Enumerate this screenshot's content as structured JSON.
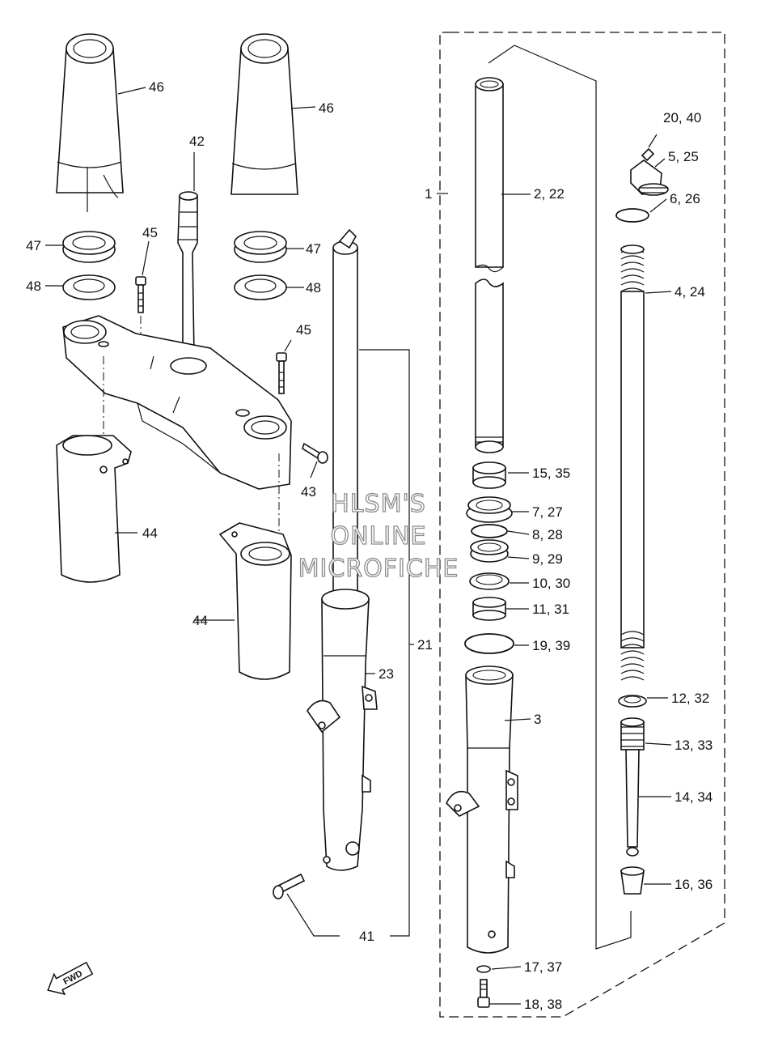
{
  "watermark": [
    "HLSM'S",
    "ONLINE",
    "MICROFICHE"
  ],
  "direction_badge": "FWD",
  "callouts": {
    "c1": "1",
    "c2_22": "2, 22",
    "c3": "3",
    "c4_24": "4, 24",
    "c5_25": "5, 25",
    "c6_26": "6, 26",
    "c7_27": "7, 27",
    "c8_28": "8, 28",
    "c9_29": "9, 29",
    "c10_30": "10, 30",
    "c11_31": "11, 31",
    "c12_32": "12, 32",
    "c13_33": "13, 33",
    "c14_34": "14, 34",
    "c15_35": "15, 35",
    "c16_36": "16, 36",
    "c17_37": "17, 37",
    "c18_38": "18, 38",
    "c19_39": "19, 39",
    "c20_40": "20, 40",
    "c21": "21",
    "c23": "23",
    "c41": "41",
    "c42": "42",
    "c43": "43",
    "c44a": "44",
    "c44b": "44",
    "c45a": "45",
    "c45b": "45",
    "c46a": "46",
    "c46b": "46",
    "c47a": "47",
    "c47b": "47",
    "c48a": "48",
    "c48b": "48"
  }
}
